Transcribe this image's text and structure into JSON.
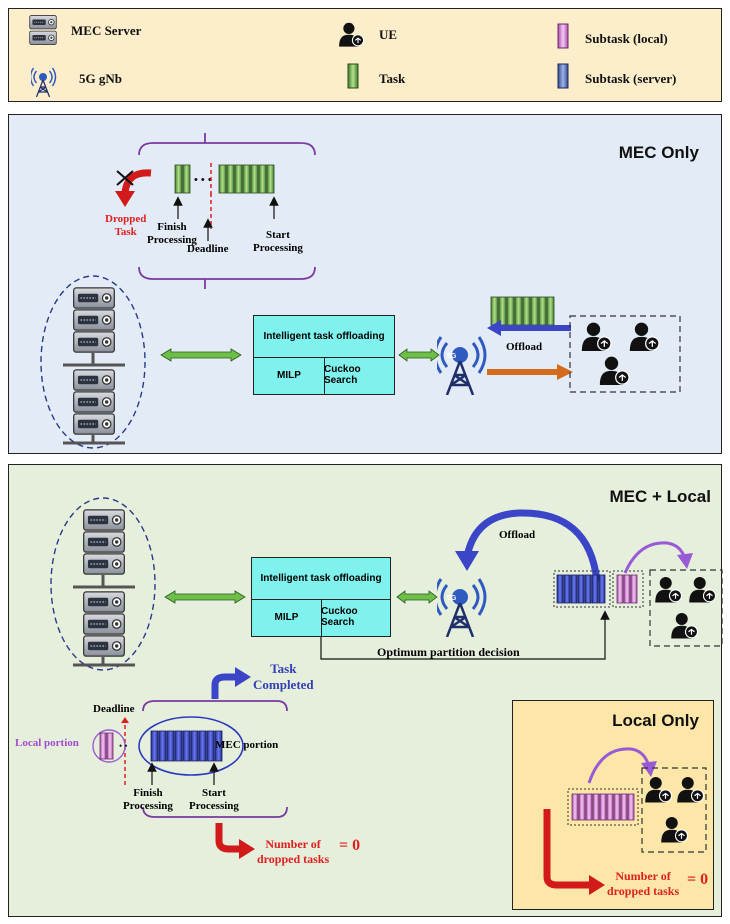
{
  "legend": {
    "mec_server": "MEC Server",
    "gnb": "5G gNb",
    "ue": "UE",
    "task": "Task",
    "subtask_local": "Subtask (local)",
    "subtask_server": "Subtask (server)"
  },
  "mec_only": {
    "title": "MEC Only",
    "dropped_task": "Dropped\nTask",
    "finish_processing": "Finish\nProcessing",
    "deadline": "Deadline",
    "start_processing": "Start\nProcessing",
    "offload_box_title": "Intelligent task offloading",
    "milp": "MILP",
    "cuckoo": "Cuckoo Search",
    "offload": "Offload",
    "gnb_tag": "5G"
  },
  "mec_local": {
    "title": "MEC + Local",
    "offload": "Offload",
    "offload_box_title": "Intelligent task offloading",
    "milp": "MILP",
    "cuckoo": "Cuckoo Search",
    "partition_decision": "Optimum partition decision",
    "task_completed": "Task\nCompleted",
    "deadline": "Deadline",
    "local_portion": "Local portion",
    "mec_portion": "MEC portion",
    "finish_processing": "Finish\nProcessing",
    "start_processing": "Start\nProcessing",
    "dropped_label": "Number of\ndropped tasks",
    "dropped_value": "= 0",
    "gnb_tag": "5G"
  },
  "local_only": {
    "title": "Local Only",
    "dropped_label": "Number of\ndropped tasks",
    "dropped_value": "= 0"
  },
  "colors": {
    "legend_bg": "#fdeecb",
    "mec_only_bg": "#e3ecf6",
    "mec_local_bg": "#e6efdc",
    "local_only_bg": "#fde7a8",
    "task_green": "#5fa34a",
    "subtask_server": "#3a48c4",
    "subtask_local": "#d88ad8",
    "offload_box": "#7ff2ee",
    "arrow_red": "#d21a1a",
    "arrow_blue": "#3b45c8",
    "arrow_violet": "#9a5ad6",
    "arrow_orange": "#d36a1c",
    "arrow_green": "#6dbf4a"
  },
  "icons": [
    "server-icon",
    "antenna-icon",
    "user-icon",
    "task-cylinder-icon"
  ]
}
